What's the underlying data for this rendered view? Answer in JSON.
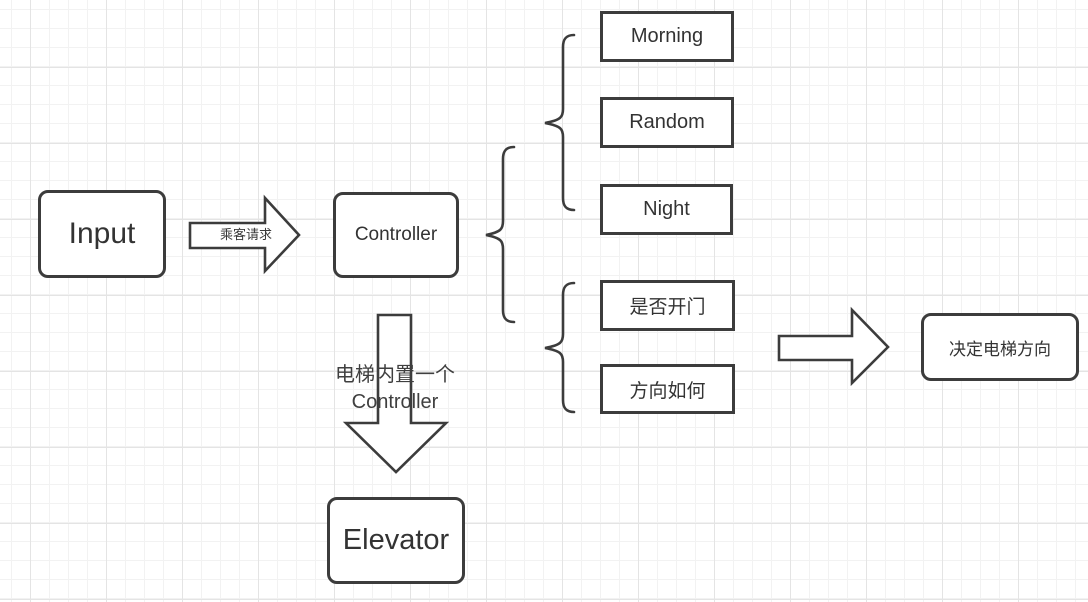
{
  "nodes": {
    "input": "Input",
    "controller": "Controller",
    "morning": "Morning",
    "random": "Random",
    "night": "Night",
    "open_door": "是否开门",
    "direction": "方向如何",
    "decide": "决定电梯方向",
    "elevator": "Elevator"
  },
  "edge_labels": {
    "passenger_request": "乘客请求",
    "builtin_line1": "电梯内置一个",
    "builtin_line2": "Controller"
  },
  "colors": {
    "stroke": "#3c3c3c",
    "text": "#333333",
    "node_fill": "#ffffff",
    "grid_minor": "#f2f2f2",
    "grid_major": "#e4e4e4"
  }
}
